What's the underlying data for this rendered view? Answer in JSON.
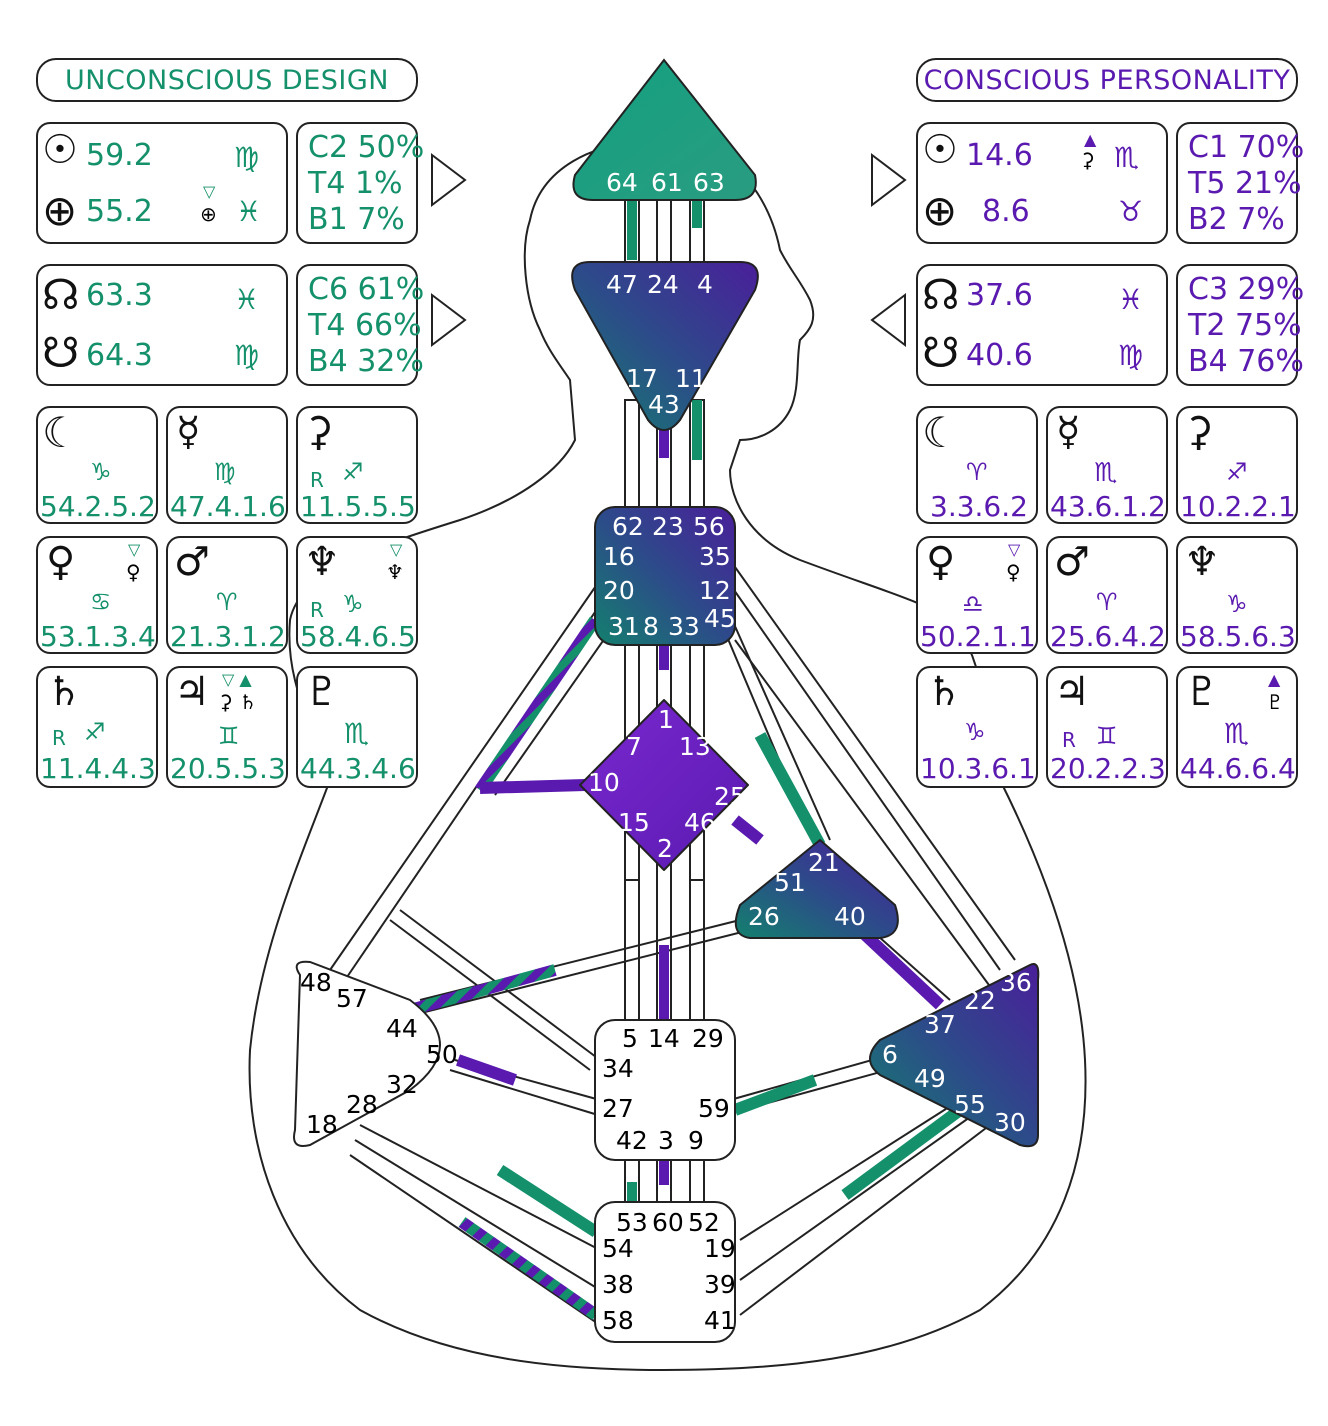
{
  "colors": {
    "design": "#14906a",
    "personality": "#5a1ab0",
    "design_fill": "#13a081",
    "center_dark": "#3c2a8c",
    "center_purple": "#6a22c8"
  },
  "design": {
    "header": "UNCONSCIOUS DESIGN",
    "sun": {
      "symbol": "☉",
      "value": "59.2",
      "sign": "♍"
    },
    "earth": {
      "symbol": "⊕",
      "value": "55.2",
      "sign": "♓",
      "tag": "⊕",
      "tag_arrow": "▽"
    },
    "ctb1": {
      "c": "C2 50%",
      "t": "T4 1%",
      "b": "B1 7%"
    },
    "north_node": {
      "symbol": "☊",
      "value": "63.3",
      "sign": "♓"
    },
    "south_node": {
      "symbol": "☋",
      "value": "64.3",
      "sign": "♍"
    },
    "ctb2": {
      "c": "C6 61%",
      "t": "T4 66%",
      "b": "B4 32%"
    },
    "planets": [
      {
        "symbol": "☾",
        "sign": "♑",
        "value": "54.2.5.2",
        "retro": "",
        "tag": "",
        "tag_arrow": ""
      },
      {
        "symbol": "☿",
        "sign": "♍",
        "value": "47.4.1.6",
        "retro": "",
        "tag": "",
        "tag_arrow": ""
      },
      {
        "symbol": "⚳",
        "sign": "♐",
        "value": "11.5.5.5",
        "retro": "R",
        "tag": "",
        "tag_arrow": ""
      },
      {
        "symbol": "♀",
        "sign": "♋",
        "value": "53.1.3.4",
        "retro": "",
        "tag": "♀",
        "tag_arrow": "▽"
      },
      {
        "symbol": "♂",
        "sign": "♈",
        "value": "21.3.1.2",
        "retro": "",
        "tag": "",
        "tag_arrow": ""
      },
      {
        "symbol": "♆",
        "sign": "♑",
        "value": "58.4.6.5",
        "retro": "R",
        "tag": "♆",
        "tag_arrow": "▽"
      },
      {
        "symbol": "♄",
        "sign": "♐",
        "value": "11.4.4.3",
        "retro": "R",
        "tag": "",
        "tag_arrow": ""
      },
      {
        "symbol": "♃",
        "sign": "♊",
        "value": "20.5.5.3",
        "retro": "",
        "tag": "⚳ ♄",
        "tag_arrow": "▽ ▲"
      },
      {
        "symbol": "♇",
        "sign": "♏",
        "value": "44.3.4.6",
        "retro": "",
        "tag": "",
        "tag_arrow": ""
      }
    ]
  },
  "personality": {
    "header": "CONSCIOUS PERSONALITY",
    "sun": {
      "symbol": "☉",
      "value": "14.6",
      "sign": "♏",
      "tag": "⚳",
      "tag_arrow": "▲"
    },
    "earth": {
      "symbol": "⊕",
      "value": "8.6",
      "sign": "♉"
    },
    "ctb1": {
      "c": "C1 70%",
      "t": "T5 21%",
      "b": "B2 7%"
    },
    "north_node": {
      "symbol": "☊",
      "value": "37.6",
      "sign": "♓"
    },
    "south_node": {
      "symbol": "☋",
      "value": "40.6",
      "sign": "♍"
    },
    "ctb2": {
      "c": "C3 29%",
      "t": "T2 75%",
      "b": "B4 76%"
    },
    "planets": [
      {
        "symbol": "☾",
        "sign": "♈",
        "value": "3.3.6.2",
        "retro": "",
        "tag": "",
        "tag_arrow": ""
      },
      {
        "symbol": "☿",
        "sign": "♏",
        "value": "43.6.1.2",
        "retro": "",
        "tag": "",
        "tag_arrow": ""
      },
      {
        "symbol": "⚳",
        "sign": "♐",
        "value": "10.2.2.1",
        "retro": "",
        "tag": "",
        "tag_arrow": ""
      },
      {
        "symbol": "♀",
        "sign": "♎",
        "value": "50.2.1.1",
        "retro": "",
        "tag": "♀",
        "tag_arrow": "▽"
      },
      {
        "symbol": "♂",
        "sign": "♈",
        "value": "25.6.4.2",
        "retro": "",
        "tag": "",
        "tag_arrow": ""
      },
      {
        "symbol": "♆",
        "sign": "♑",
        "value": "58.5.6.3",
        "retro": "",
        "tag": "",
        "tag_arrow": ""
      },
      {
        "symbol": "♄",
        "sign": "♑",
        "value": "10.3.6.1",
        "retro": "",
        "tag": "",
        "tag_arrow": ""
      },
      {
        "symbol": "♃",
        "sign": "♊",
        "value": "20.2.2.3",
        "retro": "R",
        "tag": "",
        "tag_arrow": ""
      },
      {
        "symbol": "♇",
        "sign": "♏",
        "value": "44.6.6.4",
        "retro": "",
        "tag": "♇",
        "tag_arrow": "▲"
      }
    ]
  },
  "arrows": {
    "design_top": "▷",
    "design_bottom": "▷",
    "personality_top": "▷",
    "personality_bottom": "◁"
  },
  "gates": {
    "head": [
      "64",
      "61",
      "63"
    ],
    "ajna_top": [
      "47",
      "24",
      "4"
    ],
    "ajna_bottom": [
      "17",
      "11",
      "43"
    ],
    "throat": [
      "62",
      "23",
      "56",
      "16",
      "35",
      "20",
      "12",
      "31",
      "8",
      "33",
      "45"
    ],
    "g_center": [
      "1",
      "7",
      "13",
      "10",
      "25",
      "15",
      "46",
      "2"
    ],
    "heart": [
      "21",
      "51",
      "26",
      "40"
    ],
    "spleen": [
      "48",
      "57",
      "44",
      "50",
      "32",
      "28",
      "18"
    ],
    "sacral": [
      "5",
      "14",
      "29",
      "34",
      "27",
      "59",
      "42",
      "3",
      "9"
    ],
    "solar_plexus": [
      "36",
      "22",
      "37",
      "6",
      "49",
      "55",
      "30"
    ],
    "root": [
      "53",
      "60",
      "52",
      "54",
      "19",
      "38",
      "39",
      "58",
      "41"
    ]
  }
}
